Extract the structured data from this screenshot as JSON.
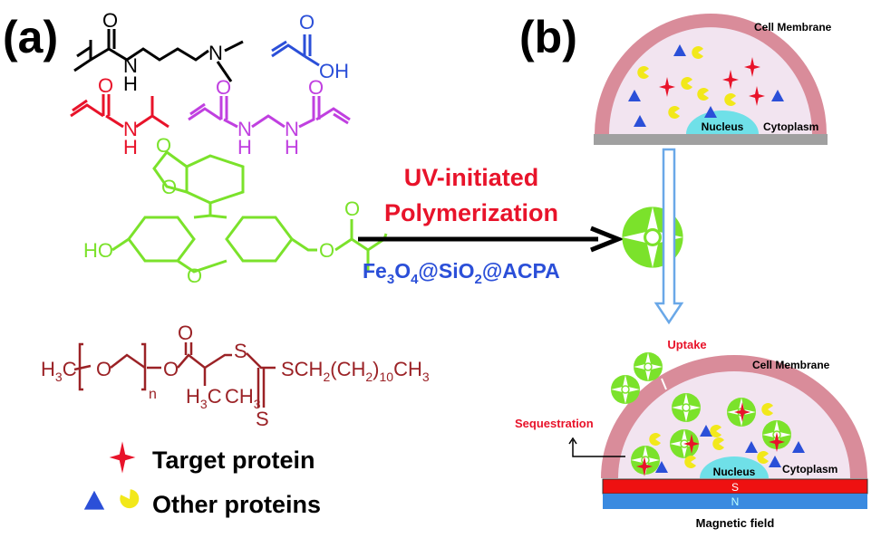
{
  "panel_a": {
    "label": "(a)",
    "monomer1_atoms": {
      "o": "O",
      "n": "N",
      "h": "H"
    },
    "acrylic_acid": {
      "o": "O",
      "oh": "OH"
    },
    "nipam": {
      "o": "O",
      "n": "N",
      "h": "H"
    },
    "bis": {
      "o1": "O",
      "o2": "O",
      "n1": "N",
      "h1": "H",
      "n2": "N",
      "h2": "H"
    },
    "fluorescein": {
      "o1": "O",
      "o2": "O",
      "o3": "O",
      "o4": "O",
      "o5": "O",
      "ho": "HO"
    },
    "raft": {
      "h3c": "H",
      "h3c_sub": "3",
      "h3c_c": "C",
      "o1": "O",
      "o2": "O",
      "o3": "O",
      "n": "n",
      "s1": "S",
      "s2": "S",
      "sch": "SCH",
      "sch_sub": "2",
      "ch2": "(CH",
      "ch2_sub": "2",
      "ch2_close": ")",
      "ch2_n": "10",
      "ch3": "CH",
      "ch3_sub": "3",
      "ch3b": "CH",
      "ch3b_sub": "3",
      "h3c2": "H",
      "h3c2_sub": "3",
      "h3c2_c": "C"
    },
    "legend": {
      "target": "Target protein",
      "other": "Other proteins"
    }
  },
  "reaction": {
    "line1": "UV-initiated",
    "line2": "Polymerization",
    "catalyst": {
      "fe": "Fe",
      "s1": "3",
      "o": "O",
      "s2": "4",
      "at": "@SiO",
      "s3": "2",
      "rest": "@ACPA"
    }
  },
  "panel_b": {
    "label": "(b)",
    "top_cell": {
      "membrane": "Cell Membrane",
      "nucleus": "Nucleus",
      "cytoplasm": "Cytoplasm"
    },
    "bottom_cell": {
      "uptake": "Uptake",
      "membrane": "Cell Membrane",
      "sequestration": "Sequestration",
      "nucleus": "Nucleus",
      "cytoplasm": "Cytoplasm",
      "south": "S",
      "north": "N",
      "field": "Magnetic field"
    }
  },
  "colors": {
    "red": "#e8132a",
    "blue": "#2b4fd8",
    "green": "#7be22b",
    "purple": "#c040e0",
    "maroon": "#9b2226",
    "membrane": "#d98c9a",
    "cytoplasm": "#f2e4f0",
    "nucleus": "#6fe0e8"
  }
}
